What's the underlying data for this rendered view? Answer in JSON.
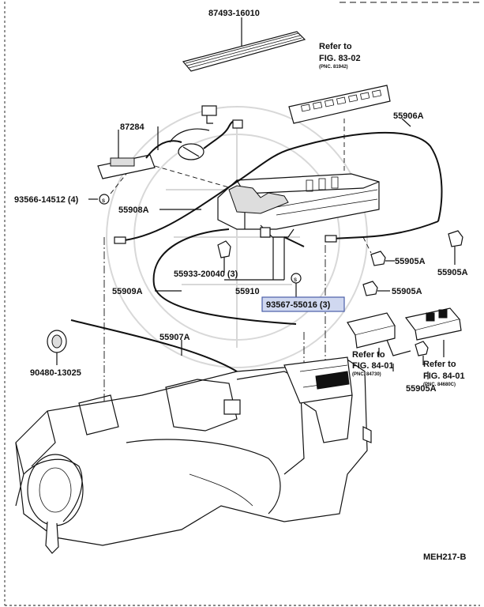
{
  "labels": {
    "p87493": "87493-16010",
    "refer_83_line1": "Refer to",
    "refer_83_line2": "FIG. 83-02",
    "refer_83_pnc": "(PNC. 81942)",
    "p55906A": "55906A",
    "p87284": "87284",
    "p93566": "93566-14512 (4)",
    "p55908A": "55908A",
    "p55905A_1": "55905A",
    "p55905A_2": "55905A",
    "p55905A_3": "55905A",
    "p55905A_4": "55905A",
    "p55933": "55933-20040 (3)",
    "p55910": "55910",
    "p55909A": "55909A",
    "p93567": "93567-55016 (3)",
    "p55907A": "55907A",
    "p90480": "90480-13025",
    "refer_84a_line1": "Refer to",
    "refer_84a_line2": "FIG. 84-01",
    "refer_84a_pnc": "(PNC. 84730)",
    "refer_84b_line1": "Refer to",
    "refer_84b_line2": "FIG. 84-01",
    "refer_84b_pnc": "(PNC. 84680C)",
    "diagram_code": "MEH217-B"
  },
  "highlight_color": "#d0d8f0",
  "highlight_border": "#4a5fa8"
}
